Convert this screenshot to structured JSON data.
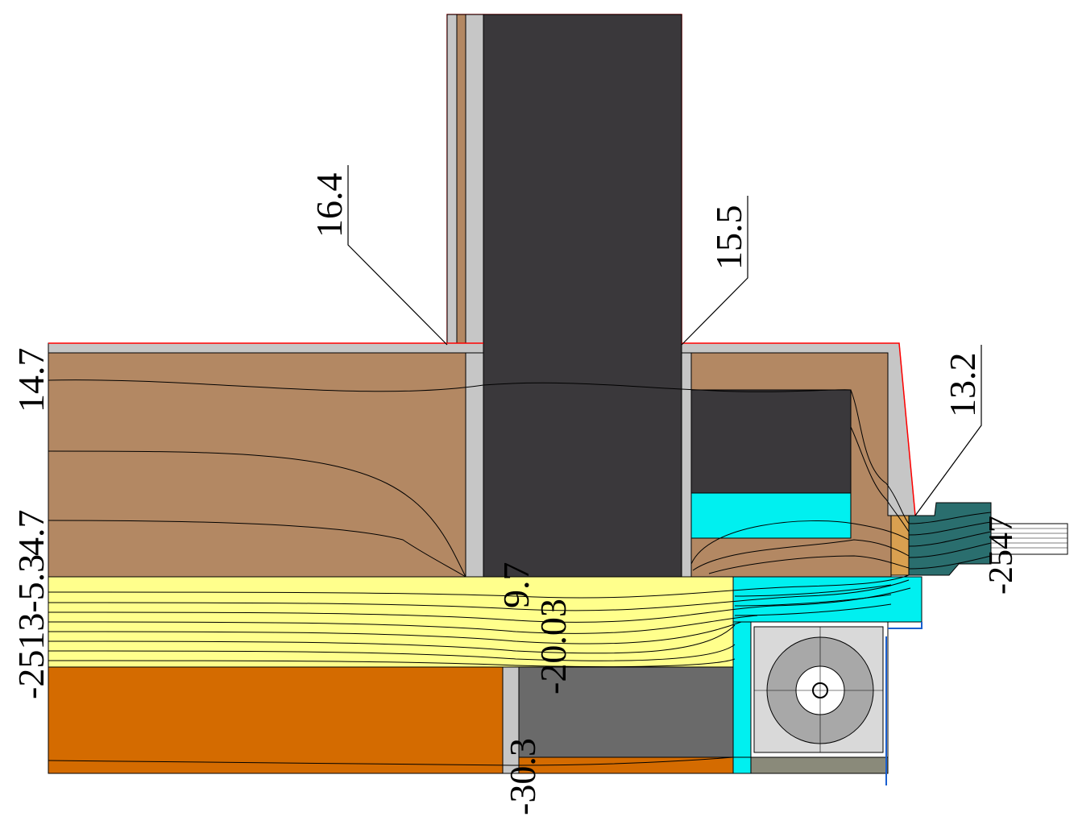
{
  "diagram": {
    "colors": {
      "wood": "#b38863",
      "concrete_dark": "#3a383b",
      "concrete_grey": "#6a6a6a",
      "plaster": "#c6c6c6",
      "insulation": "#ffff8c",
      "brick": "#d46b00",
      "cyan_insulation": "#00f0f0",
      "glazing": "#2a6e6e",
      "isotherm": "#000000",
      "outline": "#ff0000"
    },
    "top_labels": [
      {
        "id": "temp-16-4",
        "value": "16.4"
      },
      {
        "id": "temp-15-5",
        "value": "15.5"
      },
      {
        "id": "temp-13-2",
        "value": "13.2"
      }
    ],
    "left_labels": [
      {
        "id": "temp-14-7",
        "value": "14.7"
      },
      {
        "id": "temp-4-7",
        "value": "4.7"
      },
      {
        "id": "temp-left-cluster",
        "value": "-2513-5.3"
      }
    ],
    "inner_labels": [
      {
        "id": "temp-9-7",
        "value": "9.7"
      },
      {
        "id": "temp-overlap",
        "value": "-20.03"
      },
      {
        "id": "temp-30-3",
        "value": "-30.3"
      },
      {
        "id": "temp-right-overlap",
        "value": "-2547"
      }
    ]
  }
}
